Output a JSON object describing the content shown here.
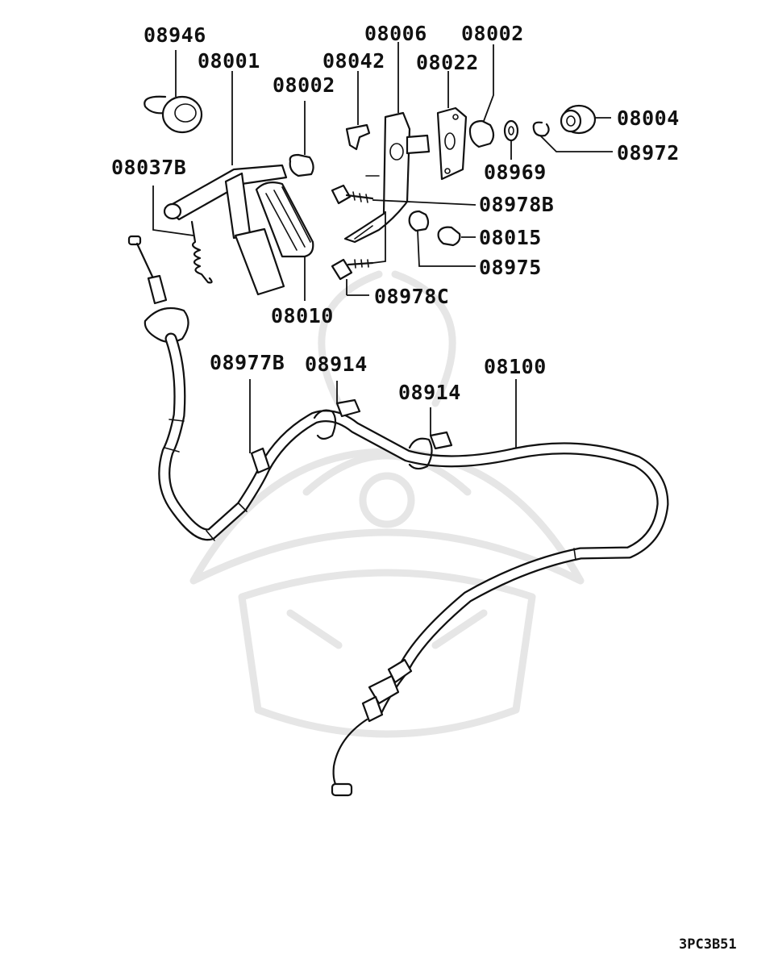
{
  "diagram": {
    "parts": {
      "p08946": "08946",
      "p08001": "08001",
      "p08002a": "08002",
      "p08042": "08042",
      "p08006": "08006",
      "p08022": "08022",
      "p08002b": "08002",
      "p08004": "08004",
      "p08972": "08972",
      "p08969": "08969",
      "p08037B": "08037B",
      "p08978B": "08978B",
      "p08015": "08015",
      "p08975": "08975",
      "p08978C": "08978C",
      "p08010": "08010",
      "p08977B": "08977B",
      "p08914a": "08914",
      "p08914b": "08914",
      "p08100": "08100"
    },
    "reference_code": "3PC3B51"
  }
}
